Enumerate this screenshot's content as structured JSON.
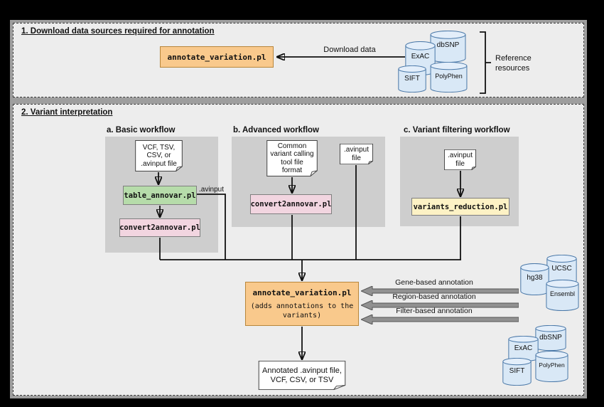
{
  "colors": {
    "tool_orange": "#f9c98c",
    "tool_green": "#b6dcaa",
    "tool_pink": "#f2d5e0",
    "tool_yellow": "#fdf2c5",
    "database_blue": "#d9e8f6",
    "panel_gray": "#cecece",
    "arrow_gray": "#919191"
  },
  "section1": {
    "title": "1. Download data sources required for annotation",
    "tool": "annotate_variation.pl",
    "download_label": "Download data",
    "reference_label": "Reference\nresources",
    "databases": {
      "exac": "ExAC",
      "dbsnp": "dbSNP",
      "sift": "SIFT",
      "polyphen": "PolyPhen"
    }
  },
  "section2": {
    "title": "2. Variant interpretation",
    "workflow_a": {
      "title": "a. Basic workflow",
      "input_doc": "VCF, TSV,\nCSV, or\n.avinput file",
      "tool1": "table_annovar.pl",
      "avinput_label": ".avinput",
      "tool2": "convert2annovar.pl"
    },
    "workflow_b": {
      "title": "b. Advanced workflow",
      "input_doc": "Common\nvariant calling\ntool file\nformat",
      "tool": "convert2annovar.pl",
      "input_doc2": ".avinput\nfile"
    },
    "workflow_c": {
      "title": "c. Variant filtering workflow",
      "input_doc": ".avinput\nfile",
      "tool": "variants_reduction.pl"
    },
    "center": {
      "tool": "annotate_variation.pl",
      "subtitle": "(adds annotations to the\nvariants)"
    },
    "annotation_arrows": {
      "gene": "Gene-based annotation",
      "region": "Region-based annotation",
      "filter": "Filter-based annotation"
    },
    "genome_databases": {
      "hg38": "hg38",
      "ucsc": "UCSC",
      "ensembl": "Ensembl"
    },
    "variant_databases": {
      "exac": "ExAC",
      "dbsnp": "dbSNP",
      "sift": "SIFT",
      "polyphen": "PolyPhen"
    },
    "output_doc": "Annotated .avinput file,\nVCF, CSV, or TSV"
  }
}
